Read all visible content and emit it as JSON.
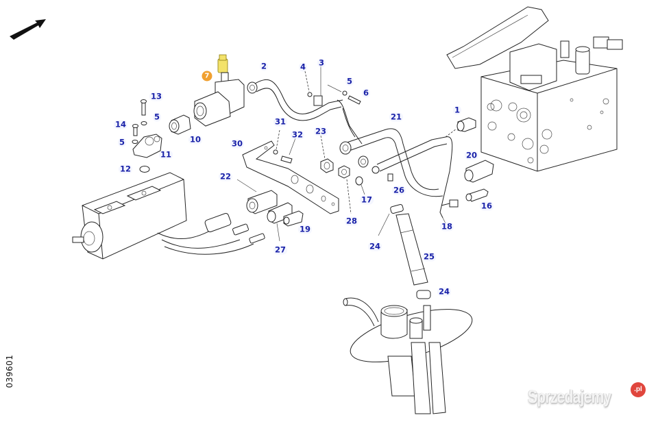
{
  "diagram": {
    "type": "exploded-parts-diagram",
    "document_id": "039601",
    "highlighted_part": "7",
    "highlight_color": "#f0a030",
    "callout_color": "#1a22a8",
    "callouts": [
      {
        "id": "c1",
        "label": "1"
      },
      {
        "id": "c2",
        "label": "2"
      },
      {
        "id": "c3",
        "label": "3"
      },
      {
        "id": "c4",
        "label": "4"
      },
      {
        "id": "c5a",
        "label": "5"
      },
      {
        "id": "c5b",
        "label": "5"
      },
      {
        "id": "c5c",
        "label": "5"
      },
      {
        "id": "c6",
        "label": "6"
      },
      {
        "id": "c7",
        "label": "7"
      },
      {
        "id": "c10",
        "label": "10"
      },
      {
        "id": "c11",
        "label": "11"
      },
      {
        "id": "c12",
        "label": "12"
      },
      {
        "id": "c13",
        "label": "13"
      },
      {
        "id": "c14",
        "label": "14"
      },
      {
        "id": "c16",
        "label": "16"
      },
      {
        "id": "c17",
        "label": "17"
      },
      {
        "id": "c18",
        "label": "18"
      },
      {
        "id": "c19",
        "label": "19"
      },
      {
        "id": "c20",
        "label": "20"
      },
      {
        "id": "c21",
        "label": "21"
      },
      {
        "id": "c22",
        "label": "22"
      },
      {
        "id": "c23",
        "label": "23"
      },
      {
        "id": "c24a",
        "label": "24"
      },
      {
        "id": "c24b",
        "label": "24"
      },
      {
        "id": "c25",
        "label": "25"
      },
      {
        "id": "c26",
        "label": "26"
      },
      {
        "id": "c27",
        "label": "27"
      },
      {
        "id": "c28",
        "label": "28"
      },
      {
        "id": "c30",
        "label": "30"
      },
      {
        "id": "c31",
        "label": "31"
      },
      {
        "id": "c32",
        "label": "32"
      }
    ],
    "parts": [
      {
        "name": "orientation-arrow",
        "icon": "arrow-up-right-icon"
      },
      {
        "name": "hydraulic-valve-block"
      },
      {
        "name": "electric-pump-motor"
      },
      {
        "name": "tank-suction-flange"
      },
      {
        "name": "highlighted-sensor-adapter"
      }
    ]
  },
  "watermark": {
    "text": "Sprzedajemy",
    "badge": ".pl",
    "badge_color": "#e0463d"
  }
}
